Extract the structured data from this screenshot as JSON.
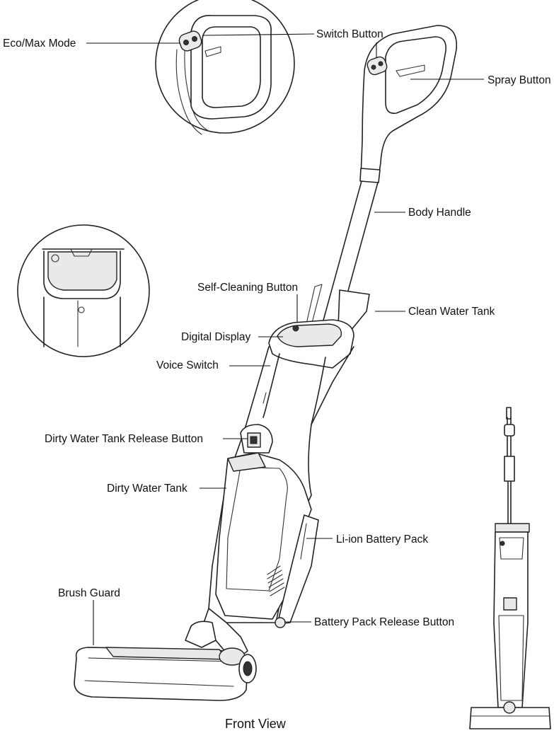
{
  "labels": {
    "eco_max_mode": "Eco/Max Mode",
    "switch_button": "Switch  Button",
    "spray_button": "Spray Button",
    "body_handle": "Body Handle",
    "self_cleaning_button": "Self-Cleaning Button",
    "clean_water_tank": "Clean Water Tank",
    "digital_display": "Digital Display",
    "voice_switch": "Voice Switch",
    "dirty_water_tank_release_button": "Dirty Water Tank Release Button",
    "dirty_water_tank": "Dirty Water Tank",
    "li_ion_battery_pack": "Li-ion Battery Pack",
    "brush_guard": "Brush Guard",
    "battery_pack_release_button": "Battery Pack Release Button"
  },
  "caption": "Front View"
}
